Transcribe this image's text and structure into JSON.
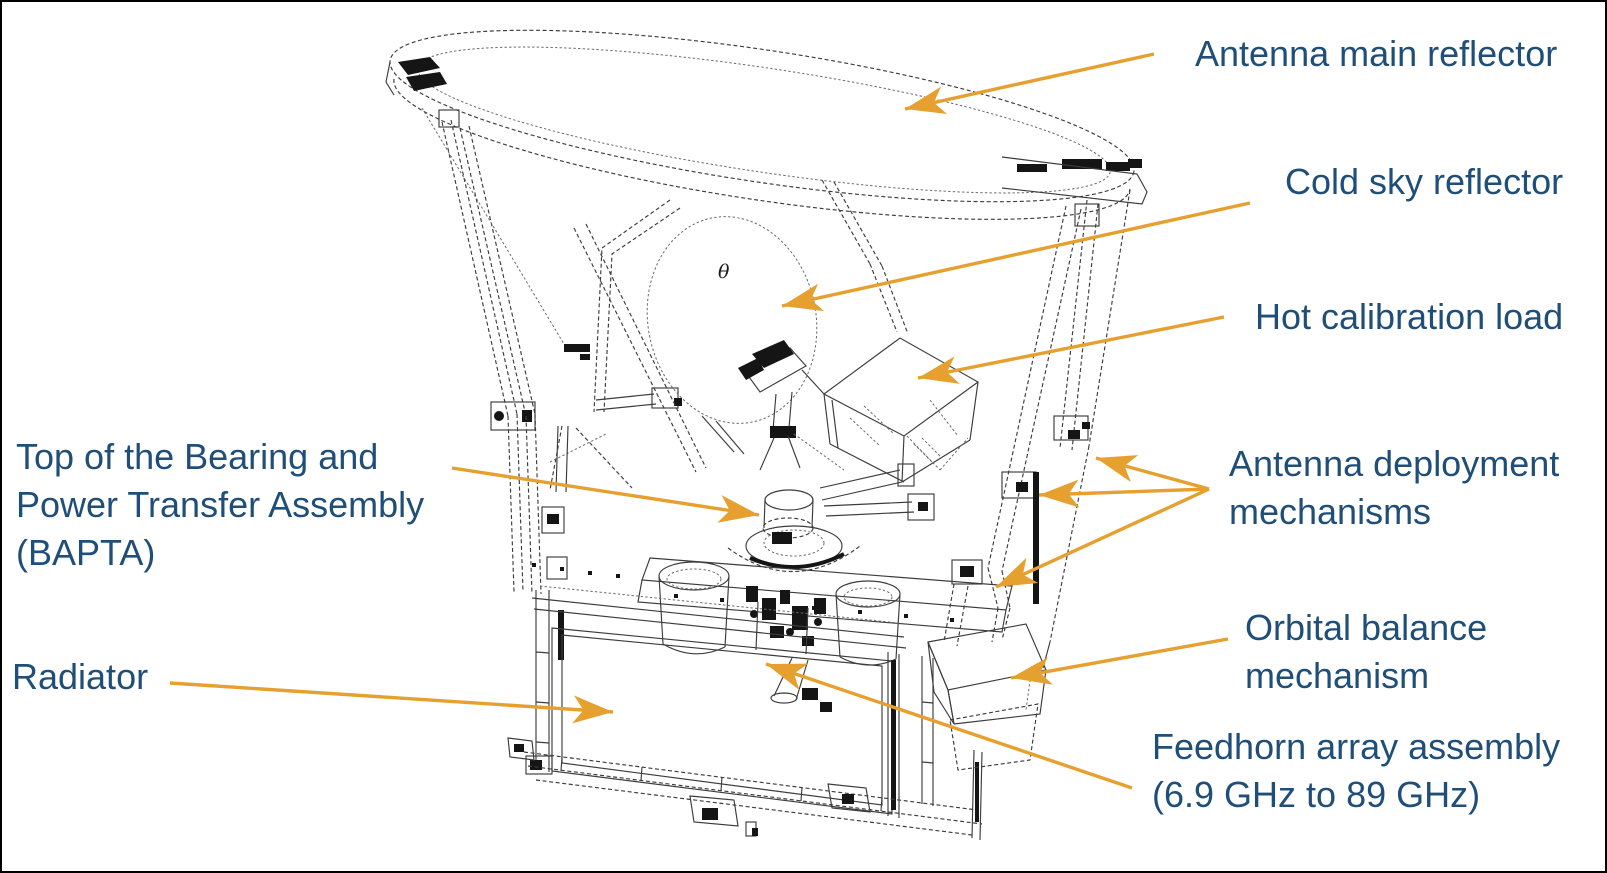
{
  "diagram": {
    "background": "#ffffff",
    "border_color": "#000000",
    "line_color": "#3c3c3c",
    "ink_color": "#151515",
    "label_color": "#1F4E79",
    "arrow_color": "#E6A02F",
    "theta_symbol": "θ"
  },
  "labels": [
    {
      "id": "antenna-main-reflector",
      "lines": [
        "Antenna main reflector"
      ]
    },
    {
      "id": "cold-sky-reflector",
      "lines": [
        "Cold sky reflector"
      ]
    },
    {
      "id": "hot-calibration-load",
      "lines": [
        "Hot calibration load"
      ]
    },
    {
      "id": "antenna-deployment-mechanisms",
      "lines": [
        "Antenna deployment",
        "mechanisms"
      ]
    },
    {
      "id": "orbital-balance-mechanism",
      "lines": [
        "Orbital balance",
        "mechanism"
      ]
    },
    {
      "id": "feedhorn-array-assembly",
      "lines": [
        "Feedhorn array assembly",
        "(6.9 GHz to 89 GHz)"
      ]
    },
    {
      "id": "bapta",
      "lines": [
        "Top of the Bearing and",
        "Power Transfer Assembly",
        "(BAPTA)"
      ]
    },
    {
      "id": "radiator",
      "lines": [
        "Radiator"
      ]
    }
  ]
}
